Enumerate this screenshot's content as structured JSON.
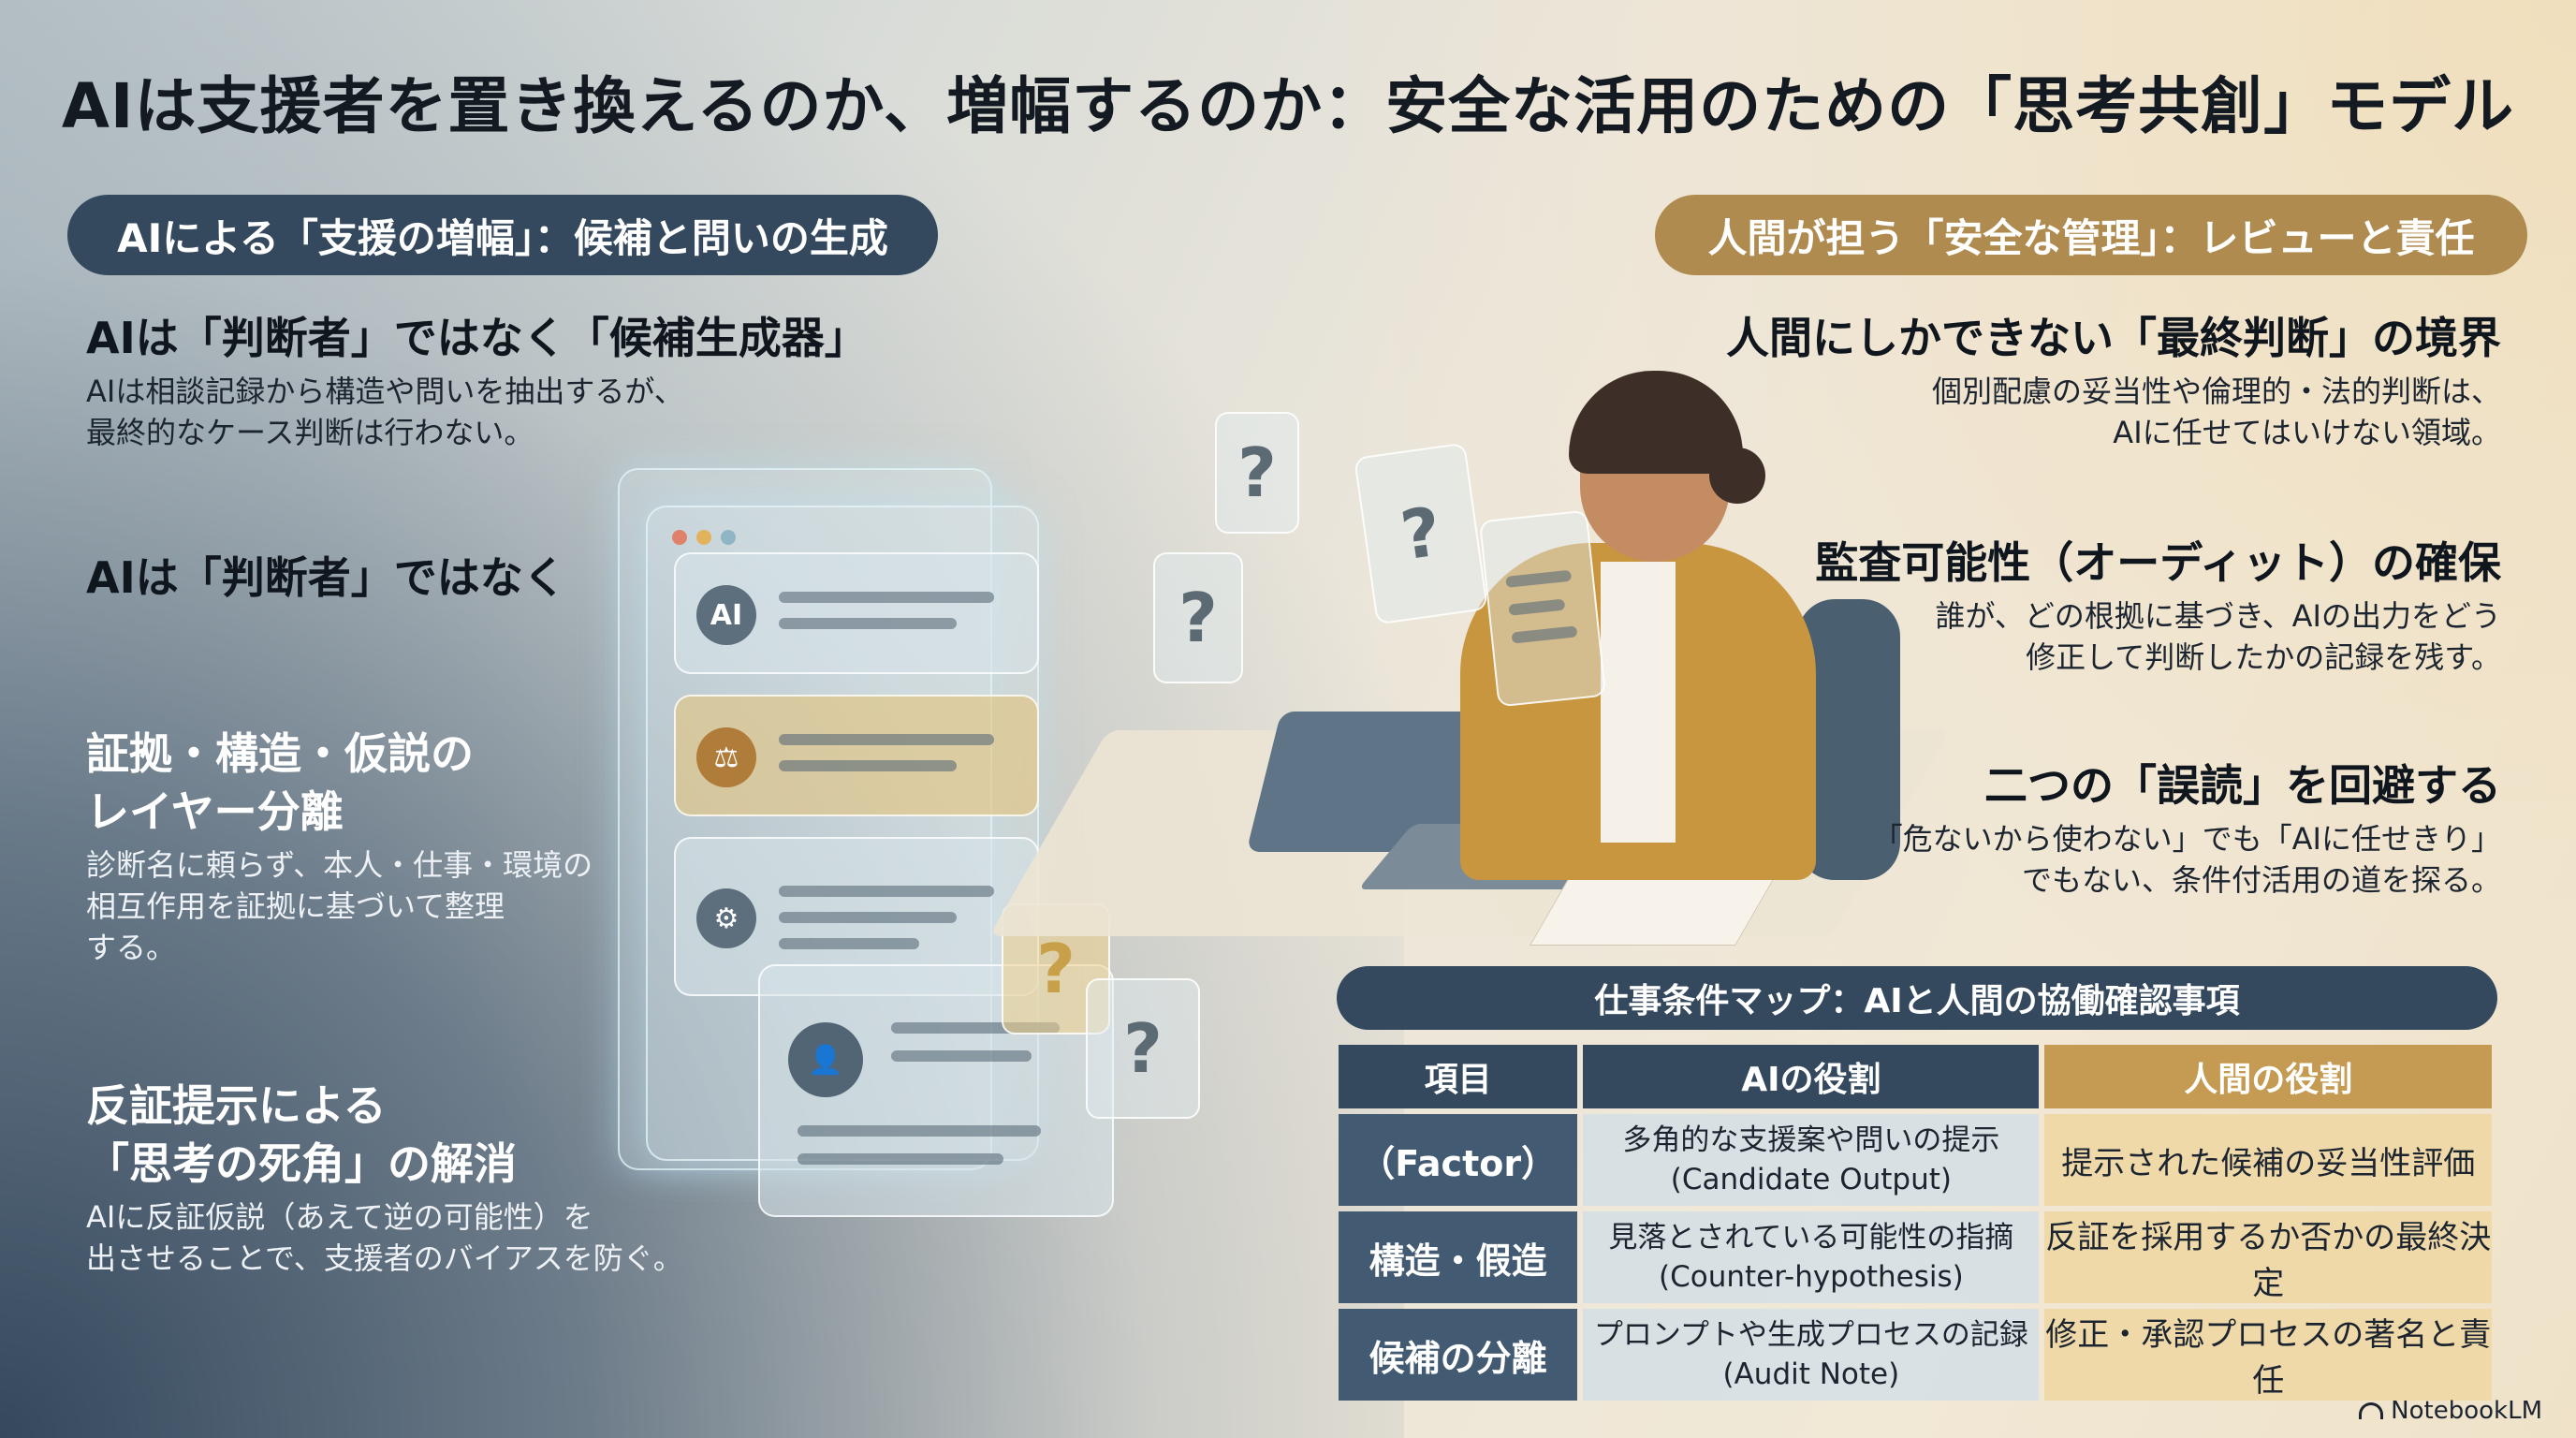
{
  "title": "AIは支援者を置き換えるのか、増幅するのか：安全な活用のための「思考共創」モデル",
  "left": {
    "pill": "AIによる「支援の増幅」：候補と問いの生成",
    "blocks": [
      {
        "heading": "AIは「判断者」ではなく「候補生成器」",
        "text": [
          "AIは相談記録から構造や問いを抽出するが、",
          "最終的なケース判断は行わない。"
        ]
      },
      {
        "heading": "AIは「判断者」ではなく"
      },
      {
        "heading": [
          "証拠・構造・仮説の",
          "レイヤー分離"
        ],
        "text": [
          "診断名に頼らず、本人・仕事・環境の",
          "相互作用を証拠に基づいて整理",
          "する。"
        ]
      },
      {
        "heading": [
          "反証提示による",
          "「思考の死角」の解消"
        ],
        "text": [
          "AIに反証仮説（あえて逆の可能性）を",
          "出させることで、支援者のバイアスを防ぐ。"
        ]
      }
    ]
  },
  "right": {
    "pill": "人間が担う「安全な管理」：レビューと責任",
    "blocks": [
      {
        "heading": "人間にしかできない「最終判断」の境界",
        "text": [
          "個別配慮の妥当性や倫理的・法的判断は、",
          "AIに任せてはいけない領域。"
        ]
      },
      {
        "heading": "監査可能性（オーディット）の確保",
        "text": [
          "誰が、どの根拠に基づき、AIの出力をどう",
          "修正して判断したかの記録を残す。"
        ]
      },
      {
        "heading": "二つの「誤読」を回避する",
        "text": [
          "「危ないから使わない」でも「AIに任せきり」",
          "でもない、条件付活用の道を探る。"
        ]
      }
    ]
  },
  "illustration": {
    "ai_badge": "AI",
    "question_mark": "?"
  },
  "map": {
    "title": "仕事条件マップ：AIと人間の協働確認事項",
    "headers": [
      "項目",
      "AIの役割",
      "人間の役割"
    ],
    "rows": [
      {
        "item": "（Factor）",
        "ai": [
          "多角的な支援案や問いの提示",
          "(Candidate Output)"
        ],
        "human": "提示された候補の妥当性評価"
      },
      {
        "item": "構造・假造",
        "ai": [
          "見落とされている可能性の指摘",
          "(Counter-hypothesis)"
        ],
        "human": "反証を採用するか否かの最終決定"
      },
      {
        "item": "候補の分離",
        "ai": [
          "プロンプトや生成プロセスの記録",
          "(Audit Note)"
        ],
        "human": "修正・承認プロセスの著名と責任"
      }
    ]
  },
  "brand": "NotebookLM",
  "colors": {
    "navy": "#34495e",
    "gold": "#c59a52",
    "cream": "#efd9a8"
  }
}
